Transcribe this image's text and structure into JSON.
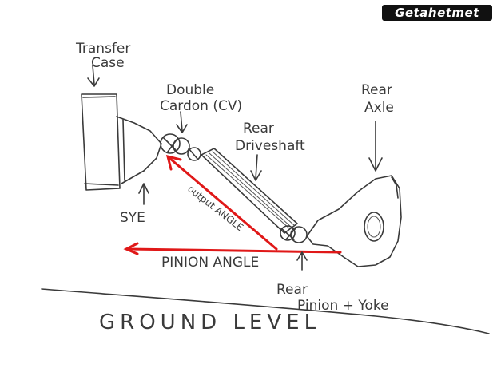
{
  "watermark": "Getahetmet",
  "labels": {
    "transfer_case": [
      "Transfer",
      "Case"
    ],
    "double_cardon": [
      "Double",
      "Cardon (CV)"
    ],
    "rear_axle": [
      "Rear",
      "Axle"
    ],
    "rear_driveshaft": [
      "Rear",
      "Driveshaft"
    ],
    "sye": "SYE",
    "output_angle": "output ANGLE",
    "pinion_angle": "PINION ANGLE",
    "rear_pinion_yoke": [
      "Rear",
      "Pinion + Yoke"
    ],
    "ground_level": "GROUND LEVEL"
  },
  "colors": {
    "pencil": "#3a3a3a",
    "angle_line": "#e01818"
  }
}
